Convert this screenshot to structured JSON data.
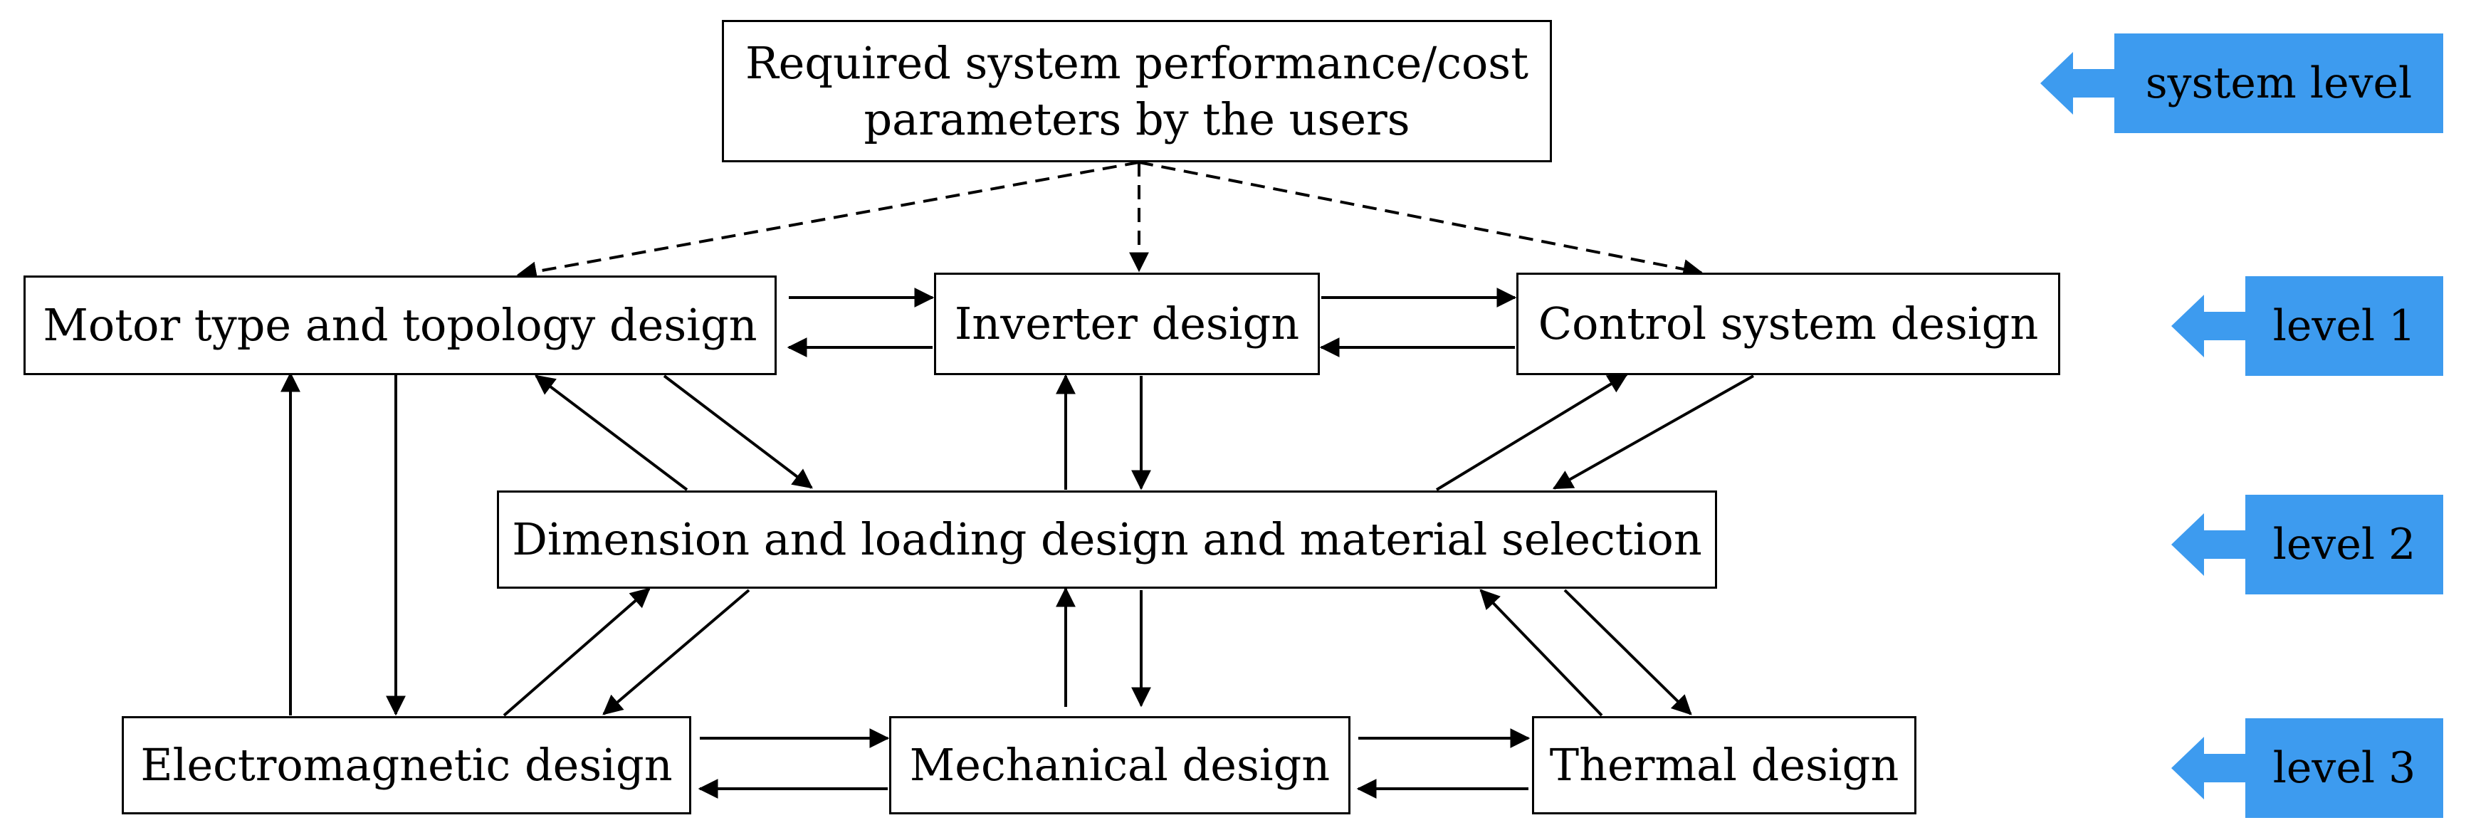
{
  "boxes": {
    "top": [
      "Required system performance/cost",
      "parameters by the users"
    ],
    "motor": "Motor type and topology design",
    "inverter": "Inverter design",
    "control": "Control system design",
    "dimension": "Dimension and loading design and material selection",
    "electromagnetic": "Electromagnetic design",
    "mechanical": "Mechanical design",
    "thermal": "Thermal design"
  },
  "levels": {
    "system": "system level",
    "level1": "level 1",
    "level2": "level 2",
    "level3": "level 3"
  },
  "colors": {
    "level_tag": "#3d9bef",
    "line": "#000000"
  }
}
